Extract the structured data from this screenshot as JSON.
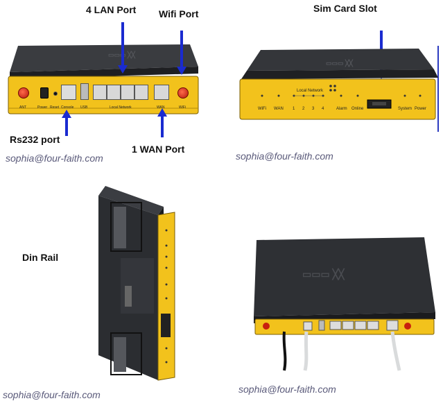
{
  "labels": {
    "lan_port": "4 LAN Port",
    "wifi_port": "Wifi Port",
    "sim_slot": "Sim Card Slot",
    "rs232_port": "Rs232 port",
    "wan_port": "1 WAN Port",
    "din_rail": "Din Rail"
  },
  "watermark": "sophia@four-faith.com",
  "back_panel": {
    "ant": "ANT",
    "power": "Power",
    "reset": "Reset",
    "console": "Console",
    "usb": "USB",
    "local_network": "Local Network",
    "wan": "WAN",
    "wifi": "WiFi"
  },
  "front_panel": {
    "local_network": "Local Network",
    "items": [
      "WiFi",
      "WAN",
      "1",
      "2",
      "3",
      "4",
      "Alarm",
      "Online",
      "System",
      "Power"
    ]
  },
  "colors": {
    "arrow": "#1a2bd0",
    "panel_yellow": "#f2c21c",
    "body_dark": "#2b2d31"
  }
}
